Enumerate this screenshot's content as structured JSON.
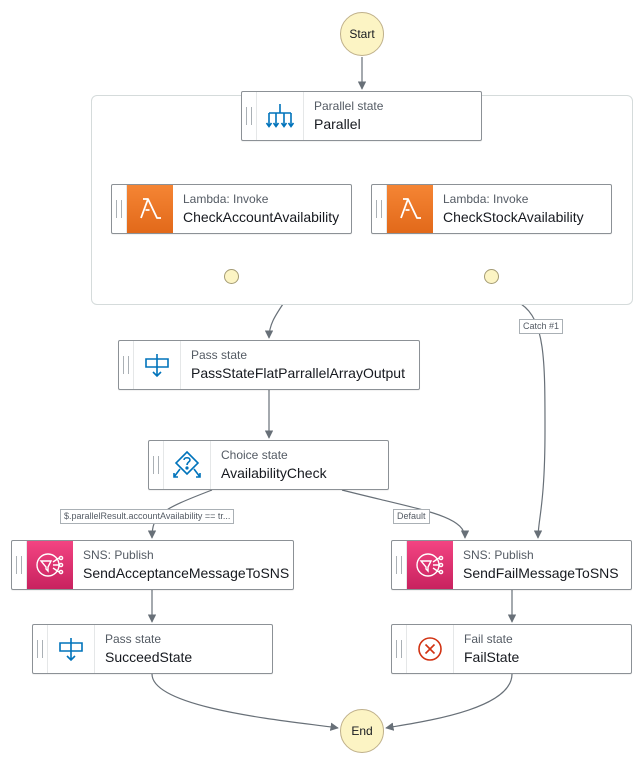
{
  "start": {
    "label": "Start"
  },
  "end": {
    "label": "End"
  },
  "nodes": {
    "parallel": {
      "kind": "Parallel state",
      "name": "Parallel",
      "icon": "parallel-icon"
    },
    "check_account": {
      "kind": "Lambda: Invoke",
      "name": "CheckAccountAvailability",
      "icon": "lambda-icon"
    },
    "check_stock": {
      "kind": "Lambda: Invoke",
      "name": "CheckStockAvailability",
      "icon": "lambda-icon"
    },
    "pass_flat": {
      "kind": "Pass state",
      "name": "PassStateFlatParrallelArrayOutput",
      "icon": "pass-icon"
    },
    "choice": {
      "kind": "Choice state",
      "name": "AvailabilityCheck",
      "icon": "choice-icon"
    },
    "send_accept": {
      "kind": "SNS: Publish",
      "name": "SendAcceptanceMessageToSNS",
      "icon": "sns-icon"
    },
    "send_fail": {
      "kind": "SNS: Publish",
      "name": "SendFailMessageToSNS",
      "icon": "sns-icon"
    },
    "succeed": {
      "kind": "Pass state",
      "name": "SucceedState",
      "icon": "pass-icon"
    },
    "fail": {
      "kind": "Fail state",
      "name": "FailState",
      "icon": "fail-icon"
    }
  },
  "edge_labels": {
    "catch": "Catch #1",
    "choice_rule": "$.parallelResult.accountAvailability == tr...",
    "default": "Default"
  },
  "colors": {
    "edge": "#687078",
    "terminal_fill": "#fcf4c4",
    "lambda_orange": "#e8751f",
    "sns_pink": "#e7336e",
    "state_icon_blue": "#0073bb",
    "fail_red": "#d13212"
  }
}
